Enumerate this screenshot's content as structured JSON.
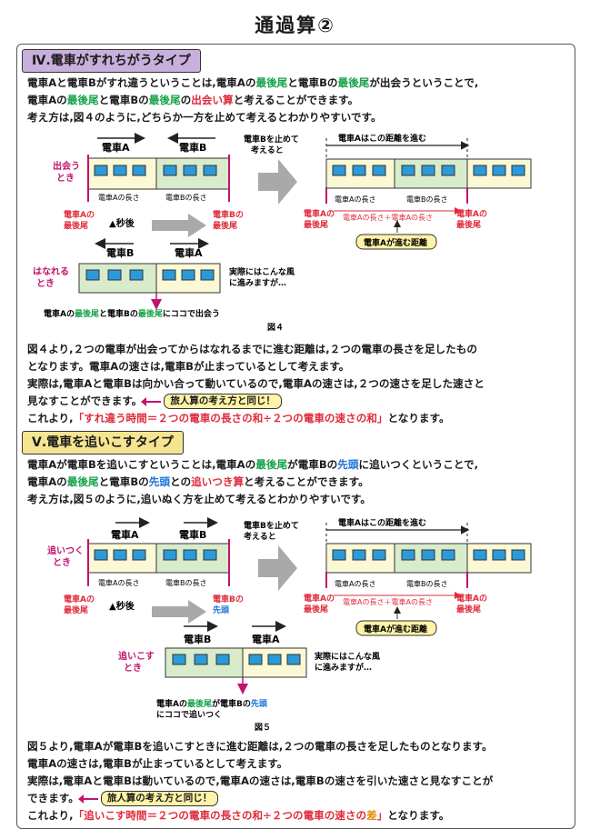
{
  "title": "通過算②",
  "sec4": {
    "heading": "Ⅳ.電車がすれちがうタイプ",
    "intro_1": [
      "電車Aと電車Bがすれ違うということは,電車Aの",
      "最後尾",
      "と電車Bの",
      "最後尾",
      "が出会うということで,"
    ],
    "intro_2": [
      "電車Aの",
      "最後尾",
      "と電車Bの",
      "最後尾",
      "の",
      "出会い算",
      "と考えることができます。"
    ],
    "intro_3": "考え方は,図４のように,どちらか一方を止めて考えるとわかりやすいです。",
    "fig": {
      "train_a": "電車A",
      "train_b": "電車B",
      "meet": "出会う\nとき",
      "part": "はなれる\nとき",
      "len_a": "電車Aの長さ",
      "len_b": "電車Bの長さ",
      "tail_a": "電車Aの\n最後尾",
      "tail_b": "電車Bの\n最後尾",
      "seconds": "▲秒後",
      "stop_b": "電車Bを止めて\n考えると",
      "dist_label": "電車Aはこの距離を進む",
      "sum_label": "電車Aの長さ＋電車Aの長さ",
      "moved": "電車Aが進む距離",
      "actual": "実際にはこんな風\nに進みますが…",
      "meet_here": [
        "電車Aの",
        "最後尾",
        "と電車Bの",
        "最後尾",
        "にココで出会う"
      ],
      "caption": "図４"
    },
    "exp_1": "図４より,２つの電車が出会ってからはなれるまでに進む距離は,２つの電車の長さを足したもの",
    "exp_2": "となります。電車Aの速さは,電車Bが止まっているとして考えます。",
    "exp_3": "実際は,電車Aと電車Bは向かい合って動いているので,電車Aの速さは,２つの速さを足した速さと",
    "exp_4": "見なすことができます。",
    "note": "旅人算の考え方と同じ！",
    "result": [
      "これより,",
      "「すれ違う時間＝２つの電車の長さの和÷２つの電車の速さの和」",
      "となります。"
    ]
  },
  "sec5": {
    "heading": "Ⅴ.電車を追いこすタイプ",
    "intro_1": [
      "電車Aが電車Bを追いこすということは,電車Aの",
      "最後尾",
      "が電車Bの",
      "先頭",
      "に追いつくということで,"
    ],
    "intro_2": [
      "電車Aの",
      "最後尾",
      "と電車Bの",
      "先頭",
      "との",
      "追いつき算",
      "と考えることができます。"
    ],
    "intro_3": "考え方は,図５のように,追いぬく方を止めて考えるとわかりやすいです。",
    "fig": {
      "catch": "追いつく\nとき",
      "pass": "追いこす\nとき",
      "head_b": "電車Bの\n先頭",
      "tail_a": "電車Aの\n最後尾",
      "tail_a_head_b": [
        "電車Aの",
        "最後尾",
        "が電車Bの",
        "先頭"
      ],
      "catch_here": "にココで追いつく",
      "caption": "図５"
    },
    "exp_1": "図５より,電車Aが電車Bを追いこすときに進む距離は,２つの電車の長さを足したものとなります。",
    "exp_2": "電車Aの速さは,電車Bが止まっているとして考えます。",
    "exp_3": "実際は,電車Aと電車Bは動いているので,電車Aの速さは,電車Bの速さを引いた速さと見なすことが",
    "exp_4": "できます。",
    "note": "旅人算の考え方と同じ！",
    "result": [
      "これより,",
      "「追いこす時間＝２つの電車の長さの和÷２つの電車の速さの",
      "差",
      "」",
      "となります。"
    ]
  },
  "colors": {
    "train_a": "#fbf8d5",
    "train_b": "#d8eccc",
    "window": "#2b9ad8",
    "marker": "#c0146d",
    "gray_arrow": "#a9a9a9"
  }
}
